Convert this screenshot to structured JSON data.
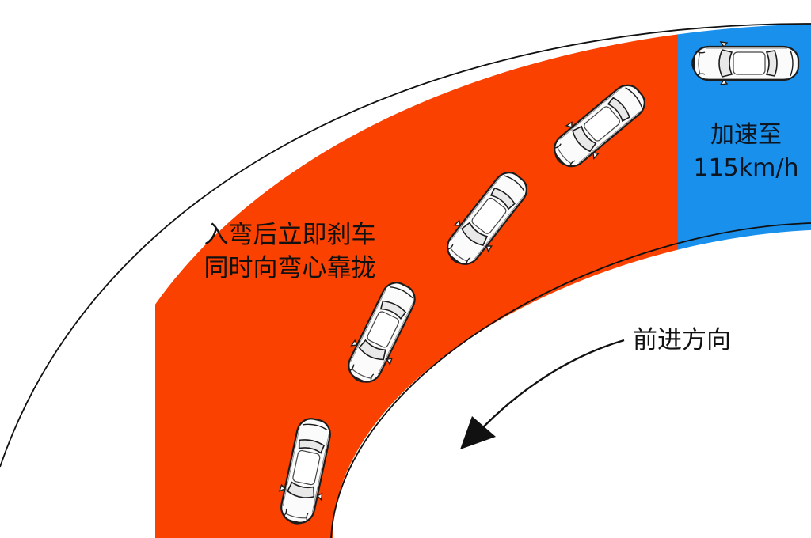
{
  "colors": {
    "brake_zone": "#fa4100",
    "accel_zone": "#1890ec",
    "road_edge": "#111111",
    "background": "#ffffff",
    "car_body": "#fbfbfb",
    "car_outline": "#1c1c1c"
  },
  "zones": {
    "brake": {
      "line1": "入弯后立即刹车",
      "line2": "同时向弯心靠拢"
    },
    "accelerate": {
      "line1": "加速至",
      "line2": "115km/h"
    }
  },
  "direction_label": "前进方向",
  "icons": {
    "direction_arrow": "curved-arrow-icon",
    "car": "car-icon"
  },
  "cars_count": 5
}
